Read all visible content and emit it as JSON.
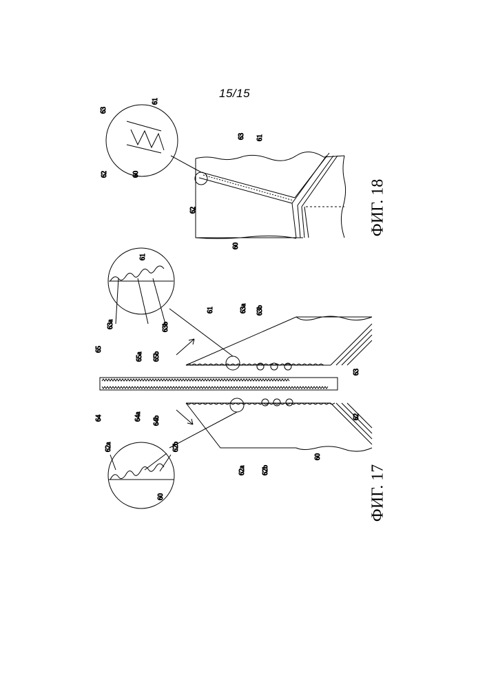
{
  "page": {
    "number": "15/15"
  },
  "figures": [
    {
      "caption": "ФИГ. 17"
    },
    {
      "caption": "ФИГ. 18"
    }
  ],
  "labels": {
    "l60": "60",
    "l61": "61",
    "l62": "62",
    "l63": "63",
    "l64": "64",
    "l65": "65",
    "l62a": "62a",
    "l62b": "62b",
    "l63a": "63a",
    "l63b": "63b",
    "l64a": "64a",
    "l64b": "64b",
    "l65a": "65a",
    "l65b": "65b"
  }
}
